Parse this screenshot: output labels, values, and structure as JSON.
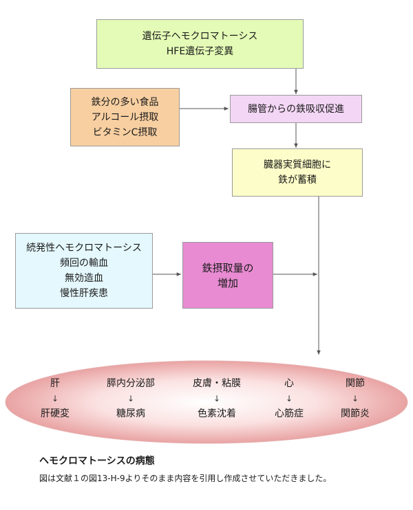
{
  "boxes": {
    "genetic": {
      "lines": [
        "遺伝子ヘモクロマトーシス",
        "HFE遺伝子変異"
      ],
      "color": "#e3fbb6"
    },
    "food": {
      "lines": [
        "鉄分の多い食品",
        "アルコール摂取",
        "ビタミンC摂取"
      ],
      "color": "#f7cfa1"
    },
    "absorption": {
      "lines": [
        "腸管からの鉄吸収促進"
      ],
      "color": "#f3d6f5"
    },
    "storage": {
      "lines": [
        "臓器実質細胞に",
        "鉄が蓄積"
      ],
      "color": "#fdfdc9"
    },
    "secondary": {
      "lines": [
        "続発性ヘモクロマトーシス",
        "頻回の輸血",
        "無効造血",
        "慢性肝疾患"
      ],
      "color": "#e4f8fd"
    },
    "intake": {
      "lines": [
        "鉄摂取量の",
        "増加"
      ],
      "color": "#e88bd2"
    }
  },
  "organs": [
    {
      "organ": "肝",
      "arrow": "↓",
      "disease": "肝硬変"
    },
    {
      "organ": "膵内分泌部",
      "arrow": "↓",
      "disease": "糖尿病"
    },
    {
      "organ": "皮膚・粘膜",
      "arrow": "↓",
      "disease": "色素沈着"
    },
    {
      "organ": "心",
      "arrow": "↓",
      "disease": "心筋症"
    },
    {
      "organ": "関節",
      "arrow": "↓",
      "disease": "関節炎"
    }
  ],
  "caption": {
    "title": "ヘモクロマトーシスの病態",
    "text": "図は文献１の図13-H-9よりそのまま内容を引用し作成させていただきました。"
  }
}
